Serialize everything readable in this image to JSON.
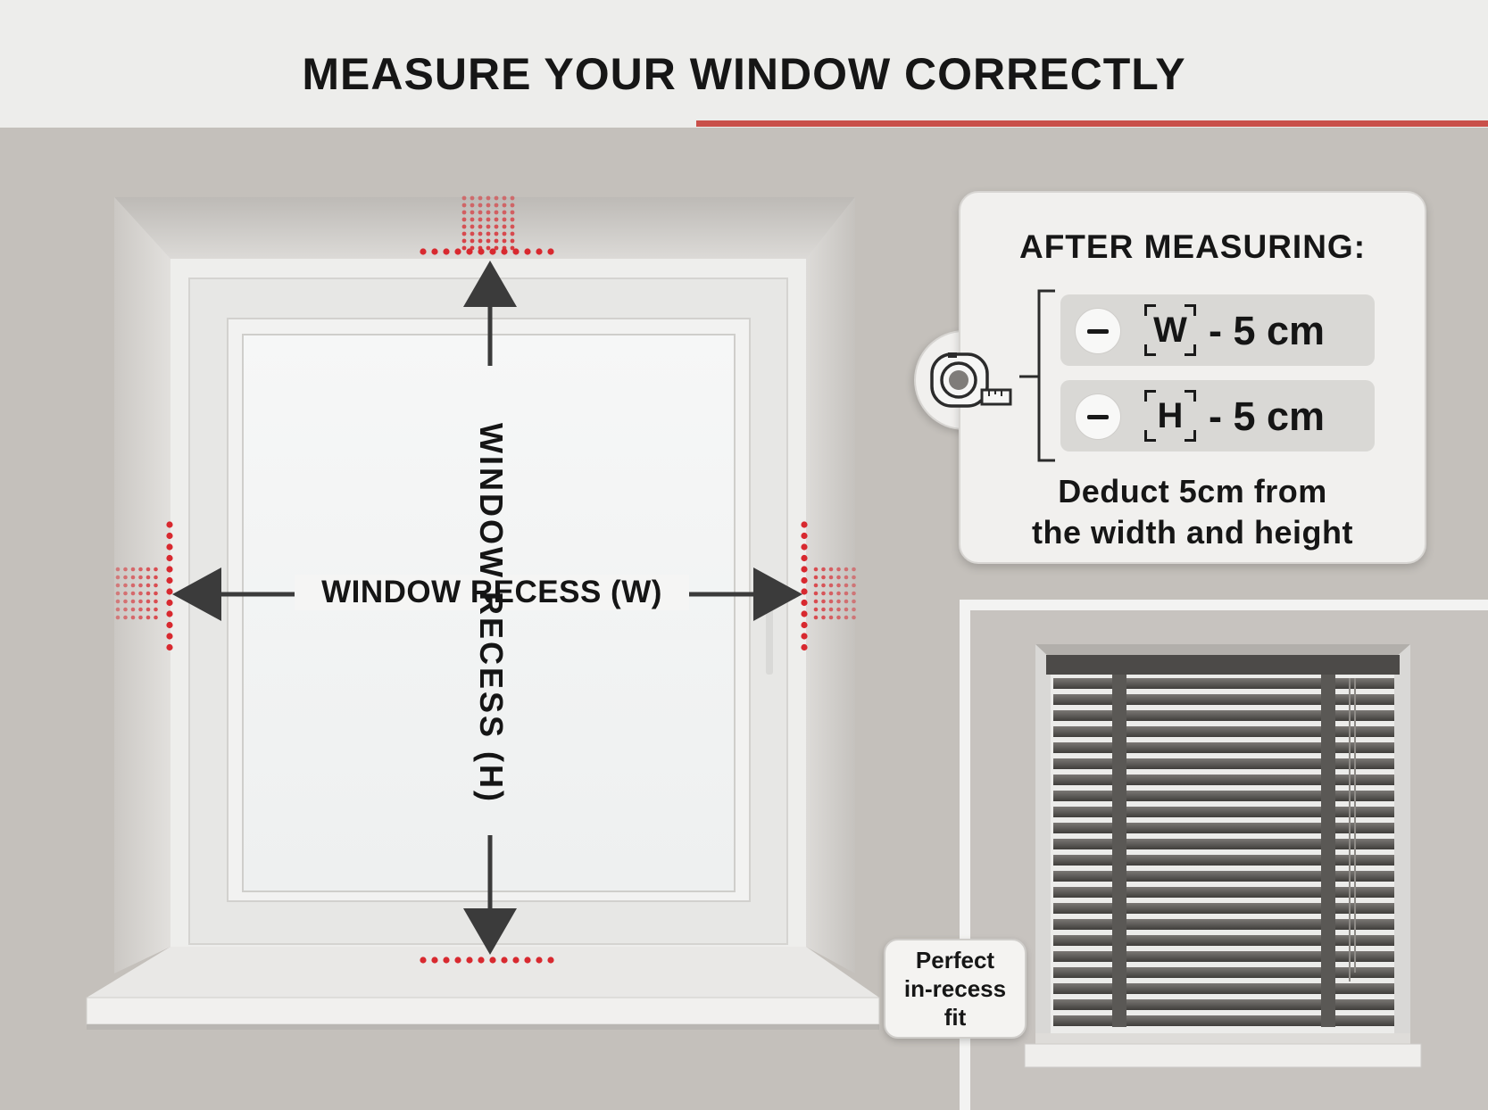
{
  "header": {
    "title": "MEASURE YOUR WINDOW CORRECTLY"
  },
  "diagram": {
    "width_label": "WINDOW RECESS (W)",
    "height_label": "WINDOW RECESS (H)",
    "icons": [
      "up-arrow-icon",
      "down-arrow-icon",
      "left-arrow-icon",
      "right-arrow-icon",
      "measuring-tape-icon",
      "minus-icon"
    ]
  },
  "info_card": {
    "title": "AFTER MEASURING:",
    "rows": [
      {
        "letter": "W",
        "deduction": "- 5 cm"
      },
      {
        "letter": "H",
        "deduction": "- 5 cm"
      }
    ],
    "note_line_1": "Deduct 5cm from",
    "note_line_2": "the width and height"
  },
  "fit_badge": {
    "line_1": "Perfect",
    "line_2": "in-recess",
    "line_3": "fit"
  },
  "colors": {
    "accent": "#c9504a",
    "marker_red": "#d8292f",
    "wall": "#c4c0bb",
    "frame": "#ececea",
    "blind": "#595754"
  }
}
